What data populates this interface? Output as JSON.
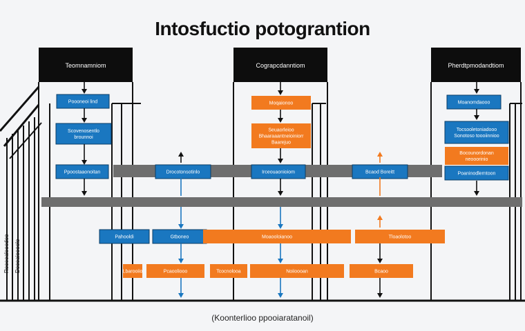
{
  "title": "Intosfuctio potograntion",
  "footer": "(Koonterlioo ppooiaratanoil)",
  "colors": {
    "header_bg": "#0d0d0d",
    "header_text": "#ffffff",
    "blue": "#1a77c0",
    "orange": "#f27a1f",
    "band": "#6e6e6e",
    "line": "#111111",
    "box_text": "#ffffff"
  },
  "columns": [
    {
      "header": "Teomnamniom"
    },
    {
      "header": "Cograpcdanntiom"
    },
    {
      "header": "Pherdtpmodandtiom"
    }
  ],
  "boxes": [
    {
      "label": "Poooneoi lind",
      "color": "blue"
    },
    {
      "label": "Scovenosentlo brounnoi",
      "color": "blue"
    },
    {
      "label": "Ppoostaaonoitan",
      "color": "blue"
    },
    {
      "label": "Moqaionoo",
      "color": "orange"
    },
    {
      "label": "Seuaorleioo Bhaaraaantneioiniorr Baarejuo",
      "color": "orange"
    },
    {
      "label": "Irceouaonioiom",
      "color": "blue"
    },
    {
      "label": "Moanomdaooo",
      "color": "blue"
    },
    {
      "label": "Tocsooletoniadooo Sonotoso toooiinnioo",
      "color": "blue"
    },
    {
      "label": "Bocounordonan neooorinio",
      "color": "orange"
    },
    {
      "label": "Poaninodlerntoon",
      "color": "blue"
    },
    {
      "label": "Drocotonsotinlo",
      "color": "blue"
    },
    {
      "label": "Bcaod Boreitt",
      "color": "blue"
    },
    {
      "label": "Pahooldi",
      "color": "blue"
    },
    {
      "label": "Gtboneo",
      "color": "blue"
    },
    {
      "label": "Moaooloianoo",
      "color": "orange"
    },
    {
      "label": "Tloaolotoo",
      "color": "orange"
    },
    {
      "label": "Lbarooiio",
      "color": "orange"
    },
    {
      "label": "Pcaooliooo",
      "color": "orange"
    },
    {
      "label": "Tcocnolooa",
      "color": "orange"
    },
    {
      "label": "Noiioooan",
      "color": "orange"
    }
  ],
  "side_labels": [
    "Rooeoalooedoo",
    "Doooaioooolo"
  ]
}
